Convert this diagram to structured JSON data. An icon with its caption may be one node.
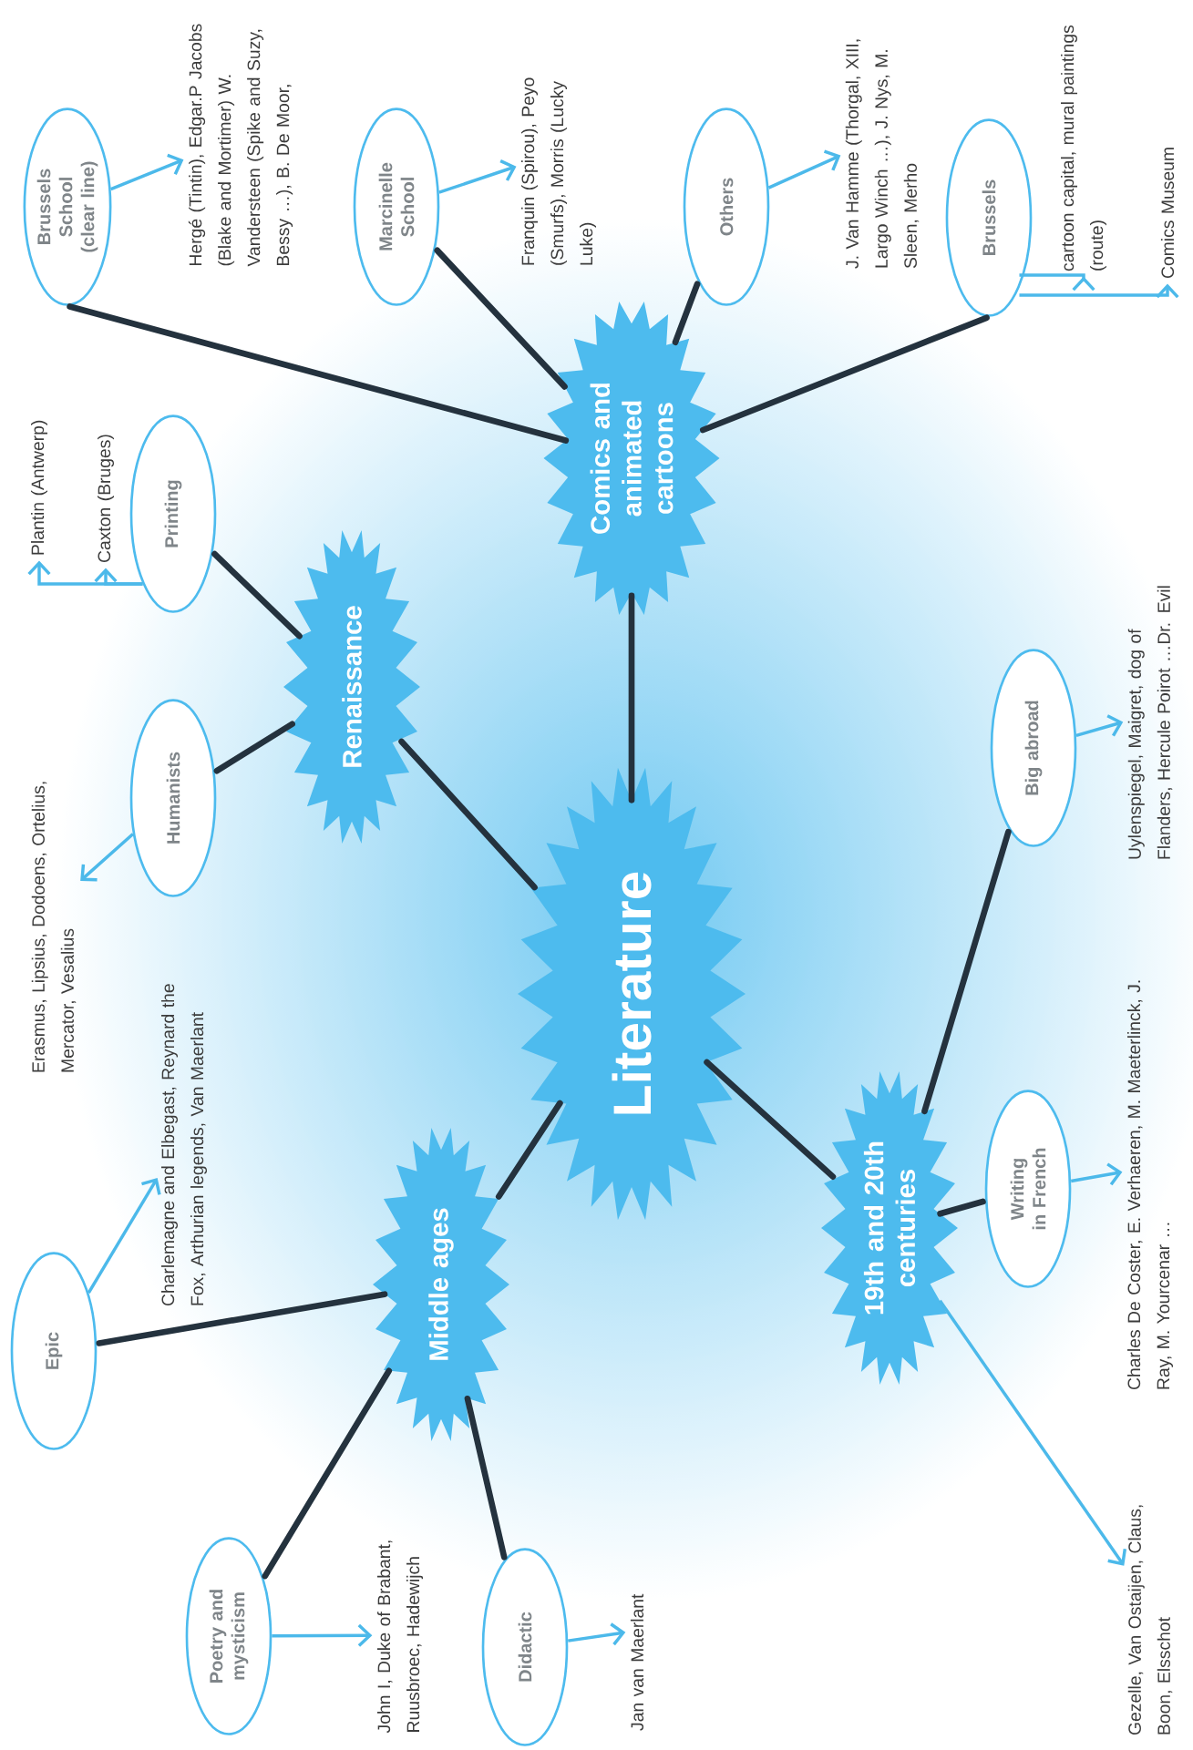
{
  "diagram": {
    "nodes": [
      {
        "text": [
          "Literature"
        ]
      },
      {
        "text": [
          "Middle ages"
        ]
      },
      {
        "text": [
          "Renaissance"
        ]
      },
      {
        "text": [
          "Comics and animated cartoons"
        ]
      },
      {
        "text": [
          "19th and 20th centuries"
        ]
      },
      {
        "text": [
          "Epic"
        ]
      },
      {
        "text": [
          "Poetry and mysticism"
        ]
      },
      {
        "text": [
          "Didactic"
        ]
      },
      {
        "text": [
          "Humanists"
        ]
      },
      {
        "text": [
          "Printing"
        ]
      },
      {
        "text": [
          "Brussels School (clear line)"
        ]
      },
      {
        "text": [
          "Marcinelle School"
        ]
      },
      {
        "text": [
          "Others"
        ]
      },
      {
        "text": [
          "Brussels"
        ]
      },
      {
        "text": [
          "Writing in French"
        ]
      },
      {
        "text": [
          "Big abroad"
        ]
      },
      {
        "text": [
          "Charlemagne and Elbegast, Reynard the Fox, Arthurian legends, Van Maerlant"
        ]
      },
      {
        "text": [
          "John I, Duke of Brabant, Ruusbroec, Hadewijch"
        ]
      },
      {
        "text": [
          "Jan van Maerlant"
        ]
      },
      {
        "text": [
          "Erasmus, Lipsius, Dodoens, Ortelius, Mercator, Vesalius"
        ]
      },
      {
        "text": [
          "Plantin (Antwerp)"
        ]
      },
      {
        "text": [
          "Caxton (Bruges)"
        ]
      },
      {
        "text": [
          "Hergé (Tintin), Edgar.P Jacobs (Blake and Mortimer) W. Vandersteen (Spike and Suzy, Bessy …), B. De Moor,"
        ]
      },
      {
        "text": [
          "Franquin (Spirou), Peyo (Smurfs), Morris (Lucky Luke)"
        ]
      },
      {
        "text": [
          "J. Van Hamme (Thorgal, XIII, Largo Winch …), J. Nys, M. Sleen, Merho"
        ]
      },
      {
        "text": [
          "cartoon capital, mural paintings (route)"
        ]
      },
      {
        "text": [
          "Comics Museum"
        ]
      },
      {
        "text": [
          "Charles De Coster, E. Verhaeren, M. Maeterlinck, J. Ray, M. Yourcenar …"
        ]
      },
      {
        "text": [
          "Uylenspiegel, Maigret, dog of Flanders, Hercule Poirot …Dr. Evil"
        ]
      },
      {
        "text": [
          "Gezelle, Van Ostaijen, Claus, Boon, Elsschot"
        ]
      }
    ],
    "edges": [
      {
        "from": 0,
        "to": 1,
        "arrow": "none"
      },
      {
        "from": 0,
        "to": 2,
        "arrow": "none"
      },
      {
        "from": 0,
        "to": 3,
        "arrow": "none"
      },
      {
        "from": 0,
        "to": 4,
        "arrow": "none"
      },
      {
        "from": 1,
        "to": 5,
        "arrow": "none"
      },
      {
        "from": 1,
        "to": 6,
        "arrow": "none"
      },
      {
        "from": 1,
        "to": 7,
        "arrow": "none"
      },
      {
        "from": 2,
        "to": 8,
        "arrow": "none"
      },
      {
        "from": 2,
        "to": 9,
        "arrow": "none"
      },
      {
        "from": 3,
        "to": 10,
        "arrow": "none"
      },
      {
        "from": 3,
        "to": 11,
        "arrow": "none"
      },
      {
        "from": 3,
        "to": 12,
        "arrow": "none"
      },
      {
        "from": 3,
        "to": 13,
        "arrow": "none"
      },
      {
        "from": 4,
        "to": 14,
        "arrow": "none"
      },
      {
        "from": 4,
        "to": 15,
        "arrow": "none"
      },
      {
        "from": 5,
        "to": 16,
        "arrow": "to",
        "color": "#4cb9ea"
      },
      {
        "from": 6,
        "to": 17,
        "arrow": "to",
        "color": "#4cb9ea"
      },
      {
        "from": 7,
        "to": 18,
        "arrow": "to",
        "color": "#4cb9ea"
      },
      {
        "from": 8,
        "to": 19,
        "arrow": "to",
        "color": "#4cb9ea"
      },
      {
        "from": 9,
        "to": 20,
        "arrow": "to",
        "color": "#4cb9ea"
      },
      {
        "from": 9,
        "to": 21,
        "arrow": "to",
        "color": "#4cb9ea"
      },
      {
        "from": 10,
        "to": 22,
        "arrow": "to",
        "color": "#4cb9ea"
      },
      {
        "from": 11,
        "to": 23,
        "arrow": "to",
        "color": "#4cb9ea"
      },
      {
        "from": 12,
        "to": 24,
        "arrow": "to",
        "color": "#4cb9ea"
      },
      {
        "from": 13,
        "to": 25,
        "arrow": "to",
        "color": "#4cb9ea"
      },
      {
        "from": 13,
        "to": 26,
        "arrow": "to",
        "color": "#4cb9ea"
      },
      {
        "from": 14,
        "to": 27,
        "arrow": "to",
        "color": "#4cb9ea"
      },
      {
        "from": 15,
        "to": 28,
        "arrow": "to",
        "color": "#4cb9ea"
      },
      {
        "from": 4,
        "to": 29,
        "arrow": "to",
        "color": "#4cb9ea"
      }
    ]
  }
}
